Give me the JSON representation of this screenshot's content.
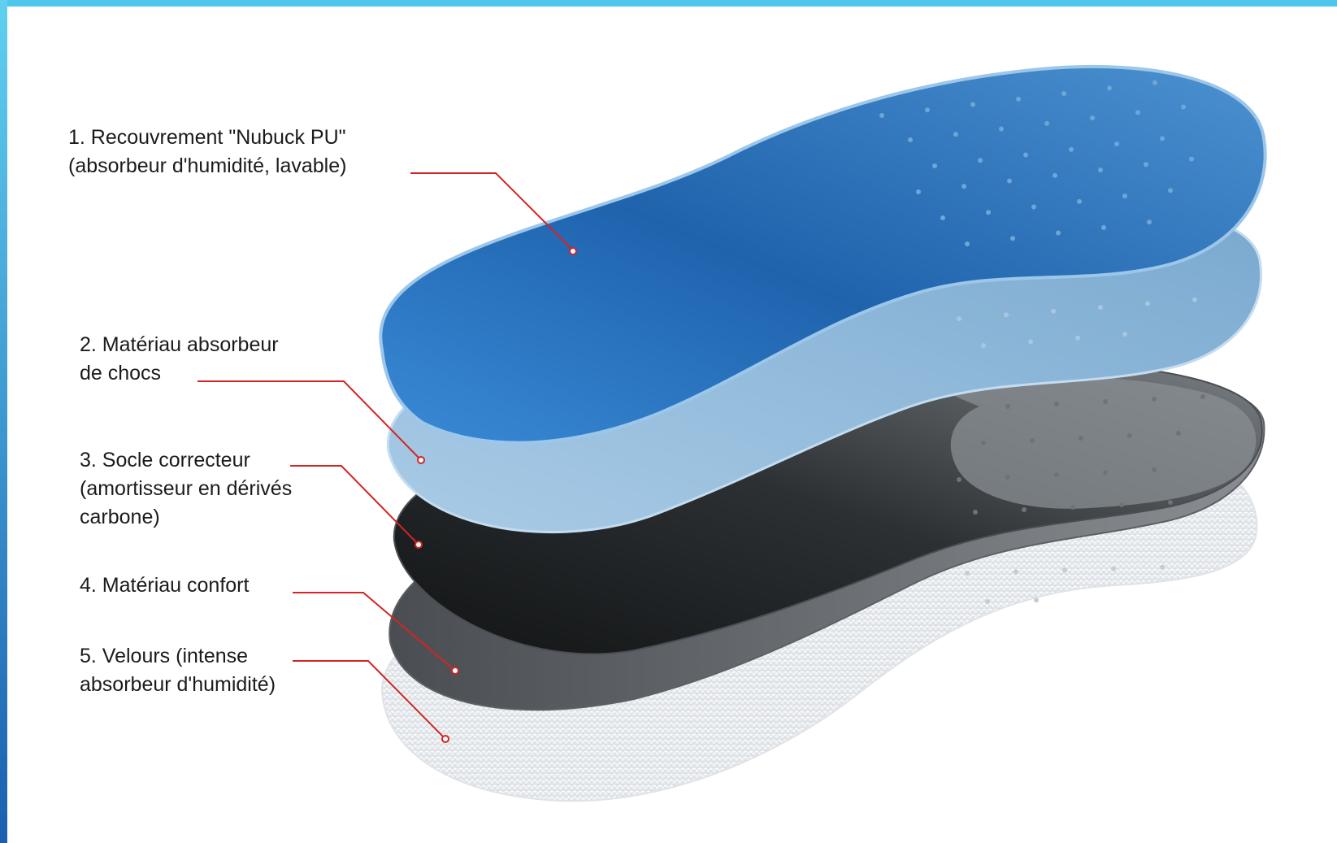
{
  "labels": [
    {
      "id": "layer-1",
      "lines": [
        "1. Recouvrement \"Nubuck PU\"",
        "(absorbeur d'humidité, lavable)"
      ]
    },
    {
      "id": "layer-2",
      "lines": [
        "2. Matériau absorbeur",
        "de chocs"
      ]
    },
    {
      "id": "layer-3",
      "lines": [
        "3. Socle correcteur",
        "(amortisseur en dérivés",
        "carbone)"
      ]
    },
    {
      "id": "layer-4",
      "lines": [
        "4. Matériau confort"
      ]
    },
    {
      "id": "layer-5",
      "lines": [
        "5. Velours (intense",
        "absorbeur d'humidité)"
      ]
    }
  ],
  "colors": {
    "frame_top": "#4cc6ec",
    "frame_left_top": "#5fd0f0",
    "frame_left_bottom": "#1b5fae",
    "leader_line": "#d42424",
    "layer_1_blue": "#2a78c8",
    "layer_2_light_blue": "#8cb8da",
    "layer_3_dark": "#232628",
    "layer_4_grey": "#707478",
    "layer_5_white": "#eceff1"
  }
}
